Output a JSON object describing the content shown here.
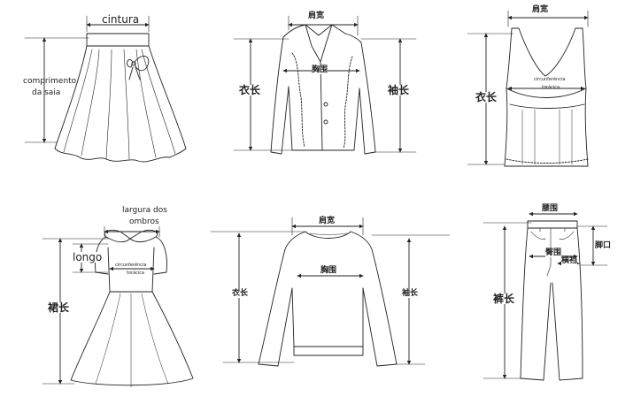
{
  "skirt": {
    "waist": "cintura",
    "length_line1": "comprimento",
    "length_line2": "da saia"
  },
  "blazer": {
    "shoulder": "肩宽",
    "chest": "胸围",
    "body_length": "衣长",
    "sleeve": "袖长"
  },
  "tank": {
    "shoulder": "肩宽",
    "body_length": "衣长",
    "circ_line1": "circunferência",
    "circ_line2": "torácica"
  },
  "dress": {
    "shoulder_line1": "largura dos",
    "shoulder_line2": "ombros",
    "bodice": "longo",
    "skirt_length": "裙长",
    "circ_line1": "circunferência",
    "circ_line2": "torácica"
  },
  "sweater": {
    "shoulder": "肩宽",
    "chest": "胸围",
    "body_length": "衣长",
    "sleeve": "袖长"
  },
  "pants": {
    "waist": "腰围",
    "hip": "臀围",
    "thigh": "横裆",
    "length": "裤长",
    "knee": "脚口"
  },
  "colors": {
    "line": "#222222",
    "background": "#ffffff"
  }
}
